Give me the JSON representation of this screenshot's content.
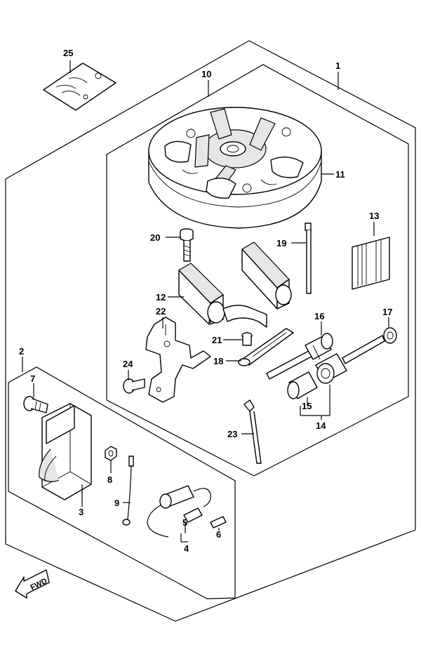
{
  "callouts": {
    "c1": "1",
    "c2": "2",
    "c3": "3",
    "c4": "4",
    "c5": "5",
    "c6": "6",
    "c7": "7",
    "c8": "8",
    "c9": "9",
    "c10": "10",
    "c11": "11",
    "c12": "12",
    "c13": "13",
    "c14": "14",
    "c15": "15",
    "c16": "16",
    "c17": "17",
    "c18": "18",
    "c19": "19",
    "c20": "20",
    "c21": "21",
    "c22": "22",
    "c23": "23",
    "c24": "24",
    "c25": "25"
  },
  "direction_marker": "FWD"
}
